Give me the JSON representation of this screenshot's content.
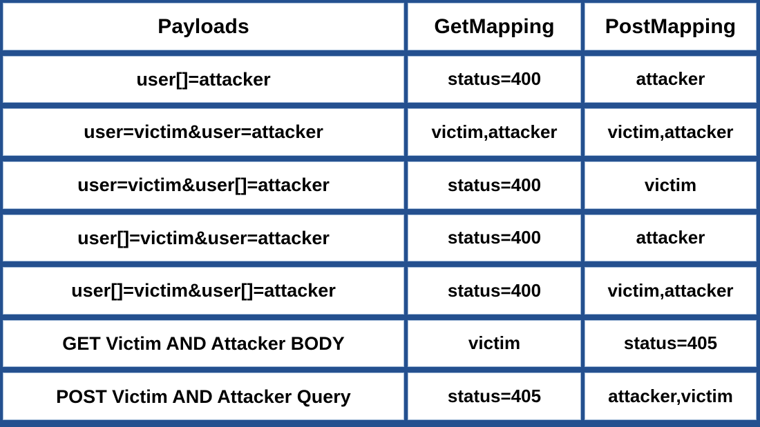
{
  "table": {
    "caption": "Payloads",
    "columns": [
      "Payloads",
      "GetMapping",
      "PostMapping"
    ],
    "header": {
      "payloads": "Payloads",
      "getmapping": "GetMapping",
      "postmapping": "PostMapping"
    },
    "rows": [
      {
        "payload": "user[]=attacker",
        "getmapping": "status=400",
        "postmapping": "attacker"
      },
      {
        "payload": "user=victim&user=attacker",
        "getmapping": "victim,attacker",
        "postmapping": "victim,attacker"
      },
      {
        "payload": "user=victim&user[]=attacker",
        "getmapping": "status=400",
        "postmapping": "victim"
      },
      {
        "payload": "user[]=victim&user=attacker",
        "getmapping": "status=400",
        "postmapping": "attacker"
      },
      {
        "payload": "user[]=victim&user[]=attacker",
        "getmapping": "status=400",
        "postmapping": "victim,attacker"
      },
      {
        "payload": "GET Victim AND Attacker BODY",
        "getmapping": "victim",
        "postmapping": "status=405"
      },
      {
        "payload": "POST Victim AND Attacker Query",
        "getmapping": "status=405",
        "postmapping": "attacker,victim"
      }
    ]
  },
  "colors": {
    "grid_border": "#24508f",
    "cell_background": "#ffffff",
    "cell_inner_border": "#9fb8d6",
    "text": "#000000"
  }
}
